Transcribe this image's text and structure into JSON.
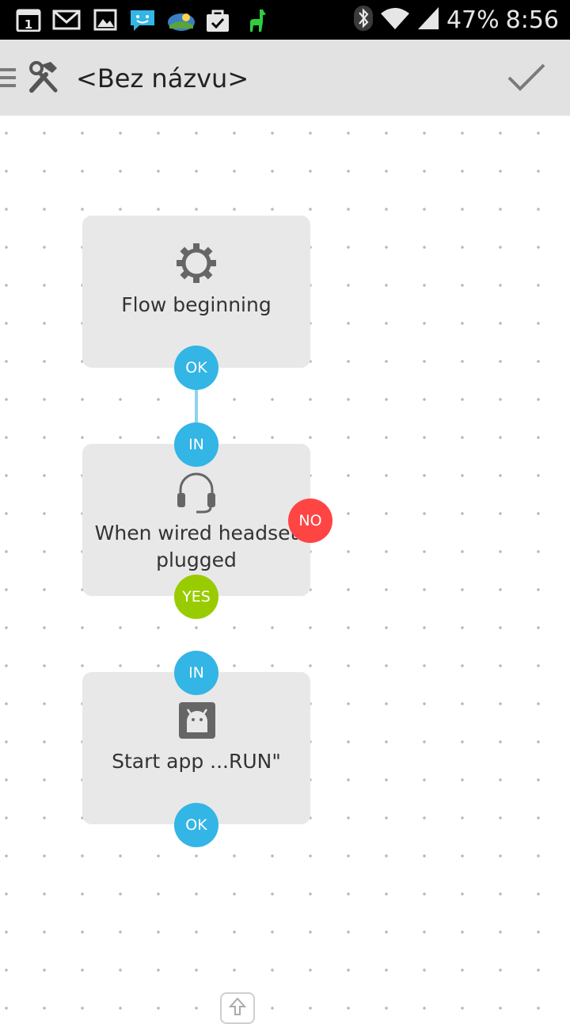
{
  "status_bar": {
    "battery_text": "47%",
    "time": "8:56",
    "icons": [
      "calendar-icon",
      "gmail-icon",
      "gallery-icon",
      "messaging-icon",
      "weather-icon",
      "task-icon",
      "alpaca-icon",
      "bluetooth-icon",
      "wifi-icon",
      "signal-icon"
    ],
    "calendar_day": "1"
  },
  "action_bar": {
    "title": "<Bez názvu>",
    "icons": [
      "menu-icon",
      "tools-icon",
      "checkmark-icon"
    ]
  },
  "flow": {
    "nodes": [
      {
        "label": "Flow beginning",
        "icon": "gear-icon",
        "ports": [
          {
            "label": "OK",
            "color": "#33b5e5"
          }
        ]
      },
      {
        "label_line1": "When wired headset",
        "label_line2": "plugged",
        "icon": "headset-icon",
        "ports": [
          {
            "label": "IN",
            "color": "#33b5e5"
          },
          {
            "label": "NO",
            "color": "#ff4444"
          },
          {
            "label": "YES",
            "color": "#99cc00"
          }
        ]
      },
      {
        "label": "Start app ...RUN\"",
        "icon": "android-app-icon",
        "ports": [
          {
            "label": "IN",
            "color": "#33b5e5"
          },
          {
            "label": "OK",
            "color": "#33b5e5"
          }
        ]
      }
    ]
  },
  "colors": {
    "port_blue": "#33b5e5",
    "port_red": "#ff4444",
    "port_green": "#99cc00",
    "action_bar": "#e2e2e2",
    "node_bg": "#e8e8e8"
  }
}
